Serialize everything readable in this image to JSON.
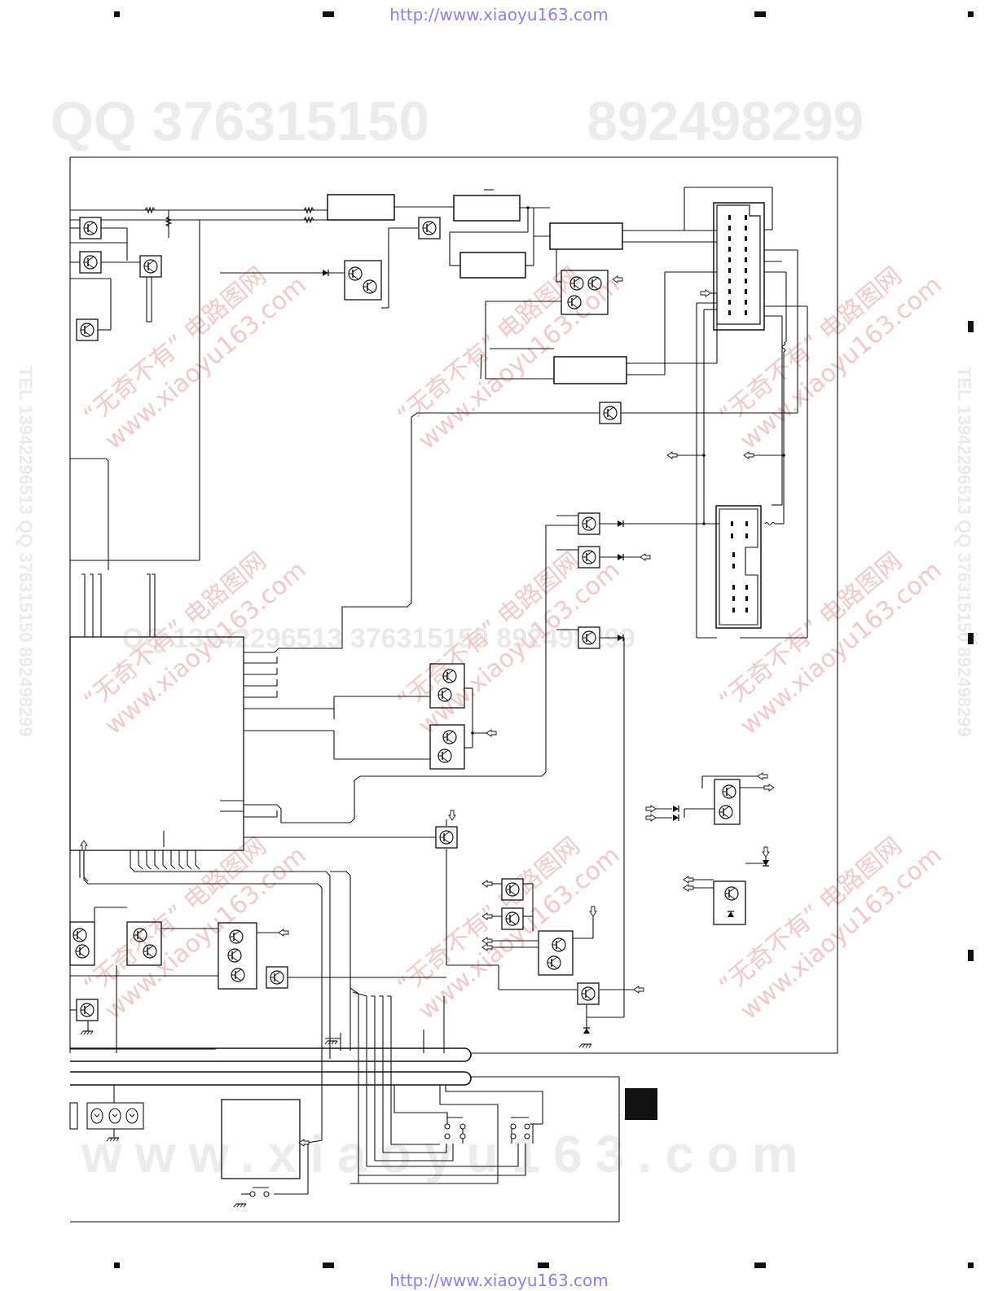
{
  "header_url": "http://www.xiaoyu163.com",
  "footer_url": "http://www.xiaoyu163.com",
  "watermarks": {
    "qq_left": "QQ 376315150",
    "qq_right": "892498299",
    "side_text": "TEL 13942296513 QQ 376315150 892498299",
    "diag_line1": "“无奇不有” 电路图网",
    "diag_line2": "www.xiaoyu163.com",
    "mid_text": "QQ 13942296513 376315150 892498299",
    "bottom_www": "www.xiaoyu163.com"
  },
  "colors": {
    "line": "#111111",
    "url": "#8a82e6",
    "watermark_gray": "#ececec",
    "watermark_red": "#f1c9c9"
  }
}
